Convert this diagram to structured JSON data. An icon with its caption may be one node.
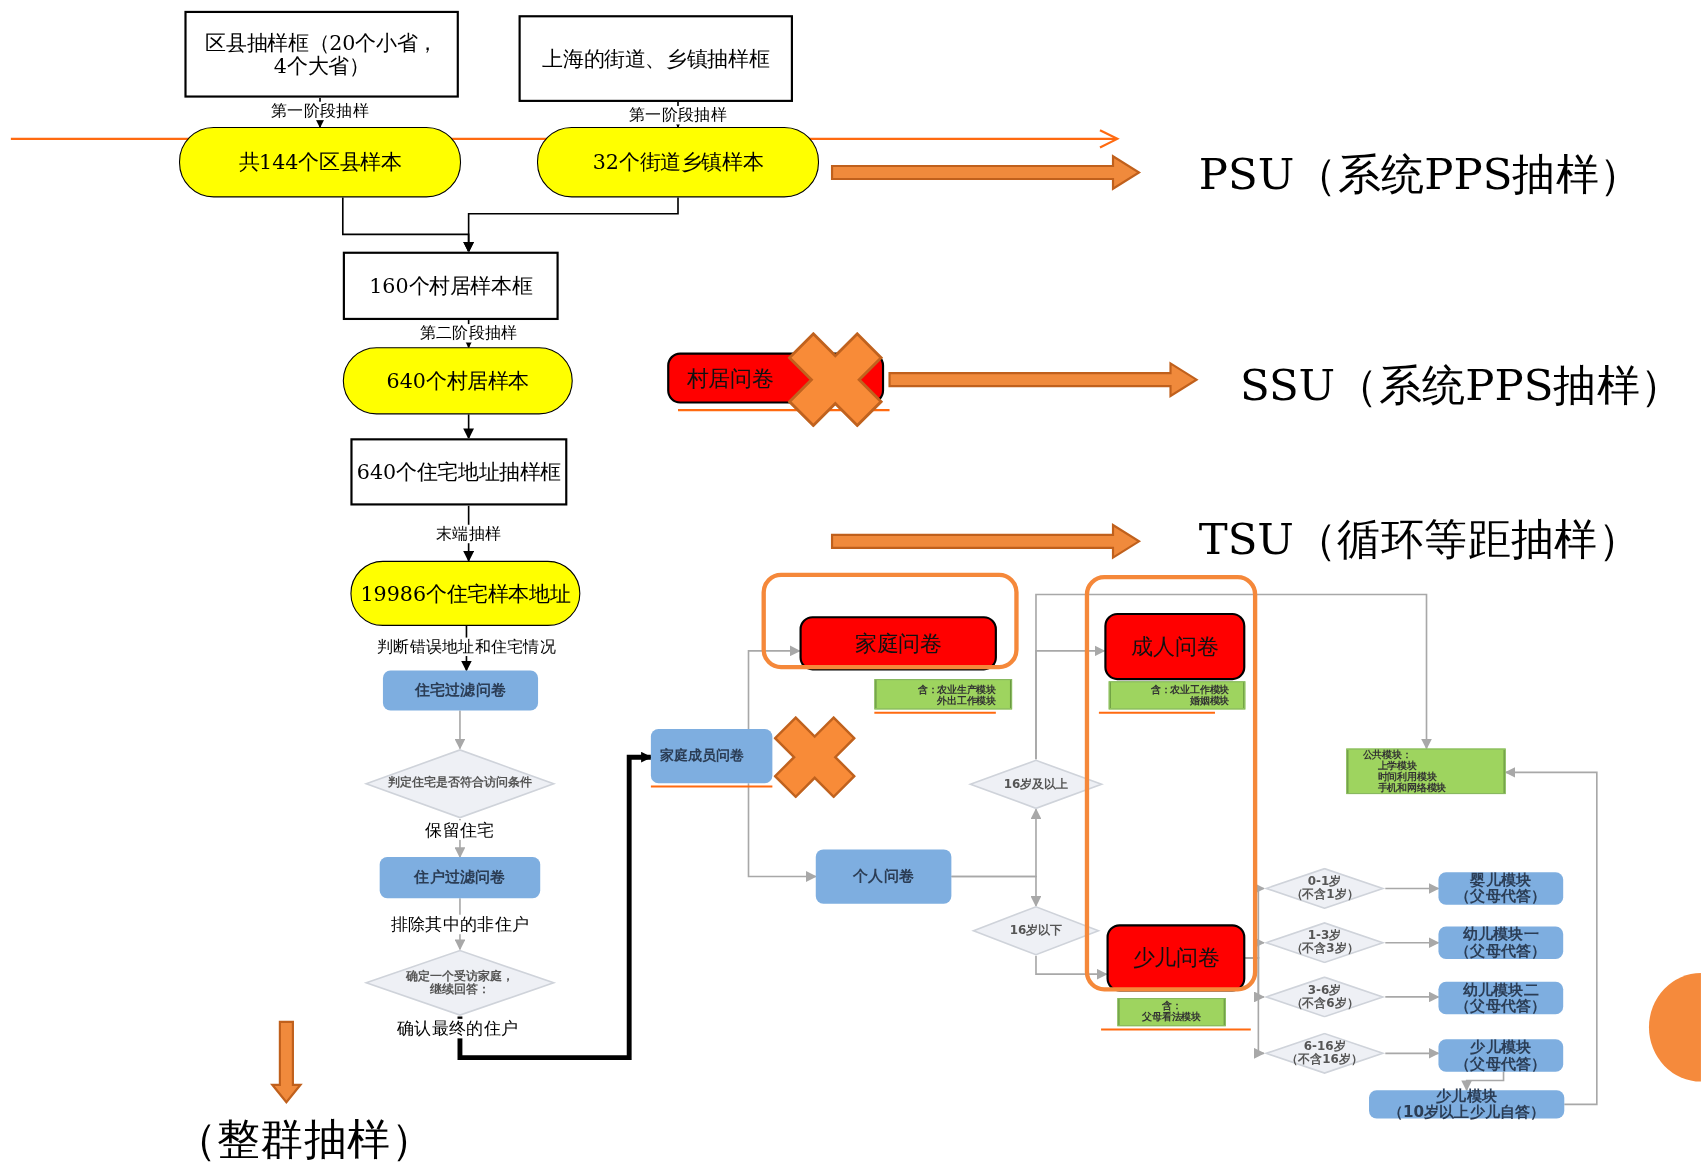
{
  "diagram": {
    "nodes": [
      {
        "text": [
          "区县抽样框（20个小省，4个大省）"
        ]
      },
      {
        "text": [
          "上海的街道、乡镇抽样框"
        ]
      },
      {
        "text": [
          "共144个区县样本"
        ]
      },
      {
        "text": [
          "32个街道乡镇样本"
        ]
      },
      {
        "text": [
          "160个村居样本框"
        ]
      },
      {
        "text": [
          "640个村居样本"
        ]
      },
      {
        "text": [
          "640个住宅地址抽样框"
        ]
      },
      {
        "text": [
          "19986个住宅样本地址"
        ]
      },
      {
        "text": [
          "住宅过滤问卷"
        ]
      },
      {
        "text": [
          "判定住宅是否符合访问条件"
        ]
      },
      {
        "text": [
          "住户过滤问卷"
        ]
      },
      {
        "text": [
          "确定一个受访家庭，继续回答："
        ]
      },
      {
        "text": [
          "家庭成员问卷"
        ]
      },
      {
        "text": [
          "村居问卷"
        ]
      },
      {
        "text": [
          "家庭问卷"
        ]
      },
      {
        "text": [
          "含：农业生产模块",
          "外出工作模块"
        ]
      },
      {
        "text": [
          "个人问卷"
        ]
      },
      {
        "text": [
          "16岁及以上"
        ]
      },
      {
        "text": [
          "16岁以下"
        ]
      },
      {
        "text": [
          "成人问卷"
        ]
      },
      {
        "text": [
          "含：农业工作模块",
          "婚姻模块"
        ]
      },
      {
        "text": [
          "少儿问卷"
        ]
      },
      {
        "text": [
          "含：父母看法模块"
        ]
      },
      {
        "text": [
          "公共模块：",
          "上学模块",
          "时间利用模块",
          "手机和网络模块"
        ]
      },
      {
        "text": [
          "0-1岁（不含1岁）"
        ]
      },
      {
        "text": [
          "1-3岁（不含3岁）"
        ]
      },
      {
        "text": [
          "3-6岁（不含6岁）"
        ]
      },
      {
        "text": [
          "6-16岁（不含16岁）"
        ]
      },
      {
        "text": [
          "婴儿模块（父母代答）"
        ]
      },
      {
        "text": [
          "幼儿模块一（父母代答）"
        ]
      },
      {
        "text": [
          "幼儿模块二（父母代答）"
        ]
      },
      {
        "text": [
          "少儿模块（父母代答）"
        ]
      },
      {
        "text": [
          "少儿模块（10岁以上少儿自答）"
        ]
      },
      {
        "text": [],
        "shape": "cross"
      },
      {
        "text": [],
        "shape": "cross"
      }
    ],
    "edges": [
      {
        "from": 0,
        "to": 2,
        "arrow": "to",
        "label": "第一阶段抽样",
        "color": "#000000"
      },
      {
        "from": 1,
        "to": 3,
        "arrow": "to",
        "label": "第一阶段抽样",
        "color": "#000000"
      },
      {
        "from": 2,
        "to": 4,
        "arrow": "to",
        "color": "#000000"
      },
      {
        "from": 3,
        "to": 4,
        "arrow": "to",
        "color": "#000000"
      },
      {
        "from": 4,
        "to": 5,
        "arrow": "to",
        "label": "第二阶段抽样",
        "color": "#000000"
      },
      {
        "from": 5,
        "to": 6,
        "arrow": "to",
        "color": "#000000"
      },
      {
        "from": 6,
        "to": 7,
        "arrow": "to",
        "label": "末端抽样",
        "color": "#000000"
      },
      {
        "from": 7,
        "to": 8,
        "arrow": "to",
        "label": "判断错误地址和住宅情况",
        "color": "#000000"
      },
      {
        "from": 8,
        "to": 9,
        "arrow": "to"
      },
      {
        "from": 9,
        "to": 10,
        "arrow": "to",
        "label": "保留住宅"
      },
      {
        "from": 10,
        "to": 11,
        "arrow": "to",
        "label": "排除其中的非住户"
      },
      {
        "from": 11,
        "to": 12,
        "arrow": "to",
        "label": "确认最终的住户",
        "style": "thick",
        "color": "#000000"
      },
      {
        "from": 12,
        "to": 14,
        "arrow": "to"
      },
      {
        "from": 12,
        "to": 16,
        "arrow": "to"
      },
      {
        "from": 16,
        "to": 17,
        "arrow": "to"
      },
      {
        "from": 16,
        "to": 18,
        "arrow": "to"
      },
      {
        "from": 17,
        "to": 19,
        "arrow": "to"
      },
      {
        "from": 17,
        "to": 23,
        "arrow": "to"
      },
      {
        "from": 18,
        "to": 21,
        "arrow": "to"
      },
      {
        "from": 21,
        "to": 24,
        "arrow": "to"
      },
      {
        "from": 21,
        "to": 25,
        "arrow": "to"
      },
      {
        "from": 21,
        "to": 26,
        "arrow": "to"
      },
      {
        "from": 21,
        "to": 27,
        "arrow": "to"
      },
      {
        "from": 24,
        "to": 28,
        "arrow": "to"
      },
      {
        "from": 25,
        "to": 29,
        "arrow": "to"
      },
      {
        "from": 26,
        "to": 30,
        "arrow": "to"
      },
      {
        "from": 27,
        "to": 31,
        "arrow": "to"
      },
      {
        "from": 31,
        "to": 32,
        "arrow": "to"
      },
      {
        "from": 32,
        "to": 23,
        "arrow": "to"
      }
    ],
    "labels": [
      "PSU（系统PPS抽样）",
      "SSU（系统PPS抽样）",
      "TSU（循环等距抽样）",
      "（整群抽样）"
    ]
  }
}
